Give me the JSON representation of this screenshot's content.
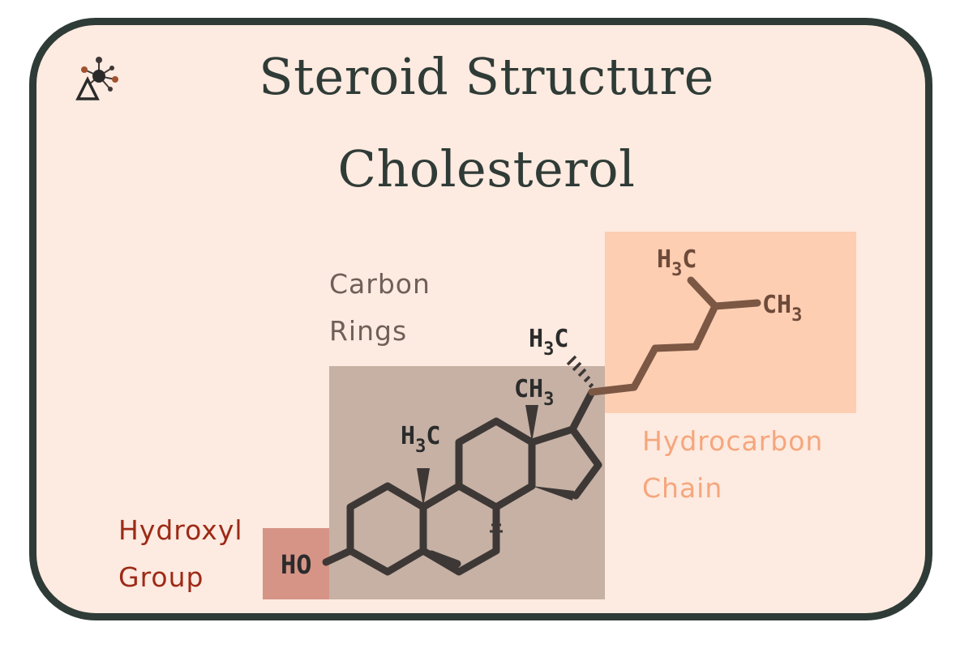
{
  "header": {
    "title": "Steroid Structure",
    "subtitle": "Cholesterol",
    "logo_icon": "molecule-logo-icon"
  },
  "labels": {
    "carbon_rings": [
      "Carbon",
      "Rings"
    ],
    "hydroxyl_group": [
      "Hydroxyl",
      "Group"
    ],
    "hydrocarbon_chain": [
      "Hydrocarbon",
      "Chain"
    ]
  },
  "formulas": {
    "ho": "HO",
    "h3c_a": {
      "main": "H",
      "sub": "3",
      "tail": "C"
    },
    "ch3_a": {
      "main": "CH",
      "sub": "3"
    },
    "h3c_b": {
      "main": "H",
      "sub": "3",
      "tail": "C"
    },
    "h3c_c": {
      "main": "H",
      "sub": "3",
      "tail": "C"
    },
    "ch3_b": {
      "main": "CH",
      "sub": "3"
    }
  },
  "colors": {
    "frame": "#2f3b36",
    "background": "#fdeae0",
    "carbon_rings_region": "#c6b1a4",
    "hydroxyl_region": "#d69487",
    "chain_region": "#fdceb1",
    "carbon_text": "#6e5f58",
    "hydroxyl_text": "#9c2a17",
    "chain_text": "#f5a67c",
    "bond": "#3d3836",
    "chain_bond": "#7b5744"
  }
}
